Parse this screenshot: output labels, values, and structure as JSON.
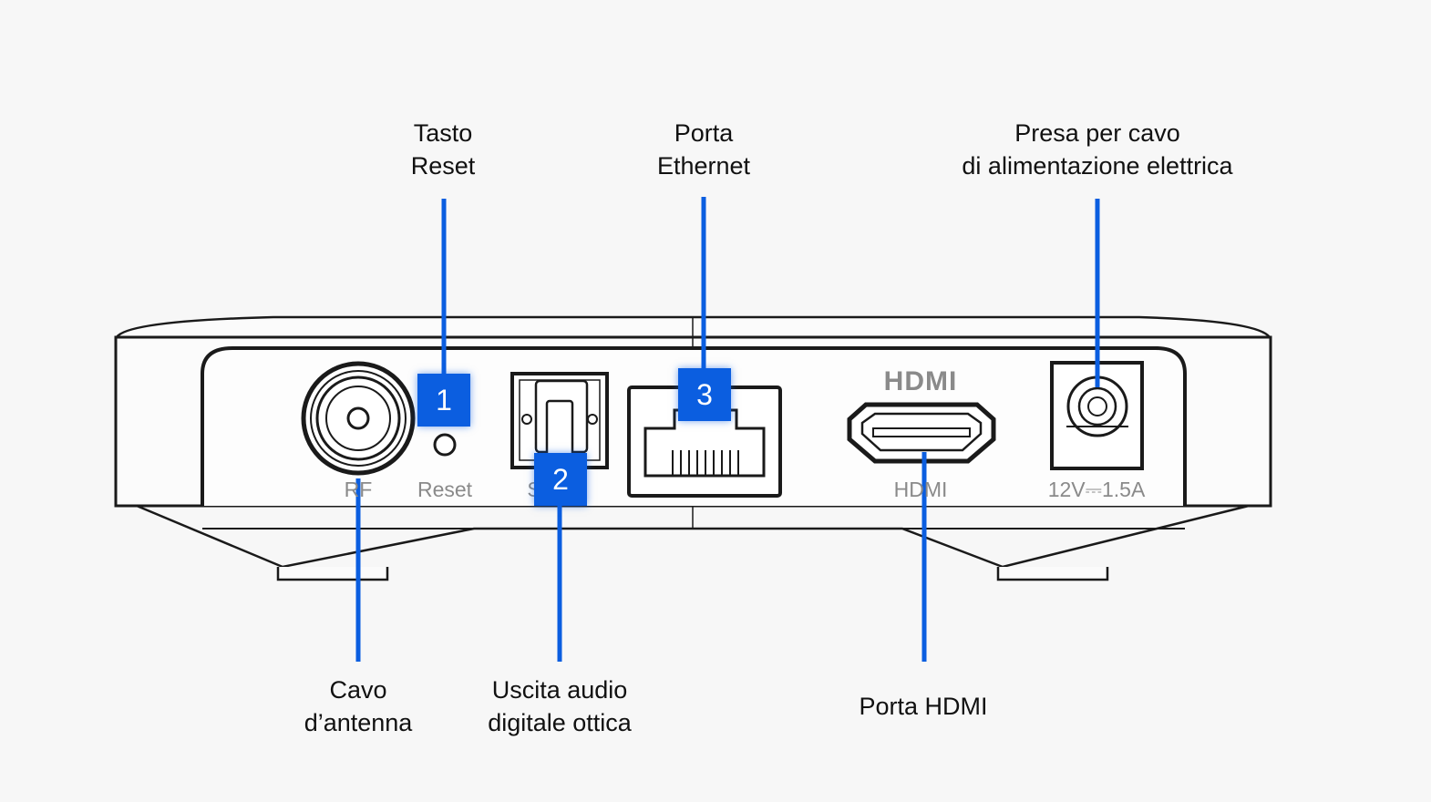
{
  "colors": {
    "accent": "#0b5ee0",
    "outline": "#1a1a1a",
    "port_text": "#8a8a8a",
    "background": "#f7f7f7"
  },
  "callouts_top": {
    "reset": {
      "line1": "Tasto",
      "line2": "Reset"
    },
    "ethernet": {
      "line1": "Porta",
      "line2": "Ethernet"
    },
    "power": {
      "line1": "Presa per cavo",
      "line2": "di alimentazione elettrica"
    }
  },
  "callouts_bottom": {
    "antenna": {
      "line1": "Cavo",
      "line2": "d’antenna"
    },
    "optical": {
      "line1": "Uscita audio",
      "line2": "digitale ottica"
    },
    "hdmi": {
      "line1": "Porta HDMI"
    }
  },
  "badges": {
    "reset": "1",
    "optical": "2",
    "ethernet": "3"
  },
  "port_labels": {
    "rf": "RF",
    "reset": "Reset",
    "optical": "S",
    "hdmi": "HDMI",
    "power": "12V⎓1.5A",
    "hdmi_logo": "HDMI"
  }
}
